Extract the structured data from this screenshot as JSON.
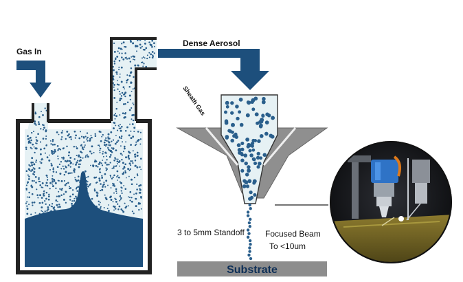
{
  "labels": {
    "gas_in": "Gas In",
    "dense_aerosol": "Dense Aerosol",
    "sheath_gas": "Sheath Gas",
    "standoff": "3 to 5mm Standoff",
    "focused_beam_line1": "Focused Beam",
    "focused_beam_line2": "To <10um",
    "substrate": "Substrate"
  },
  "colors": {
    "navy": "#1d4f7c",
    "aerosol_bg": "#e6f1f4",
    "dot": "#2a5f8c",
    "nozzle_gray": "#8f8f8f",
    "substrate_gray": "#8d8d8d",
    "substrate_text": "#0e2f57"
  },
  "photo": {
    "icon": "printer-head-photo"
  }
}
